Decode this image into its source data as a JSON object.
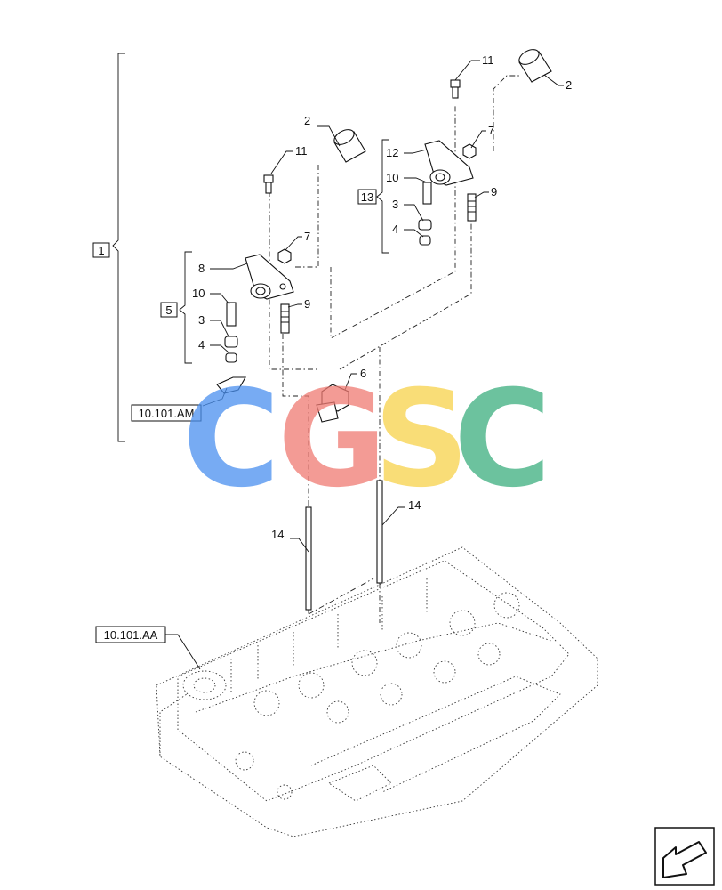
{
  "callouts": {
    "n1": "1",
    "n2a": "2",
    "n2b": "2",
    "n3a": "3",
    "n3b": "3",
    "n4a": "4",
    "n4b": "4",
    "n5": "5",
    "n6": "6",
    "n7a": "7",
    "n7b": "7",
    "n8": "8",
    "n9a": "9",
    "n9b": "9",
    "n10a": "10",
    "n10b": "10",
    "n11a": "11",
    "n11b": "11",
    "n12": "12",
    "n13": "13",
    "n14a": "14",
    "n14b": "14"
  },
  "references": {
    "ref_am": "10.101.AM",
    "ref_aa": "10.101.AA"
  },
  "watermark": {
    "letters": [
      "C",
      "G",
      "S",
      "C"
    ],
    "colors": [
      "#4a90f0",
      "#f07a72",
      "#f8d24a",
      "#3cae7e"
    ]
  },
  "icons": {
    "nav": "next-page-arrow-icon"
  }
}
